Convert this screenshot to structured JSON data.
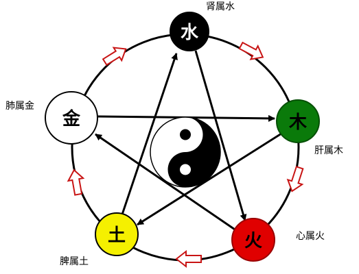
{
  "elements": {
    "water": {
      "glyph": "水",
      "organ_label": "肾属水",
      "fill": "#000000",
      "text_color": "#ffffff"
    },
    "wood": {
      "glyph": "木",
      "organ_label": "肝属木",
      "fill": "#0a7a0a",
      "text_color": "#000000"
    },
    "fire": {
      "glyph": "火",
      "organ_label": "心属火",
      "fill": "#e00000",
      "text_color": "#000000"
    },
    "earth": {
      "glyph": "土",
      "organ_label": "脾属土",
      "fill": "#f5f000",
      "text_color": "#000000"
    },
    "metal": {
      "glyph": "金",
      "organ_label": "肺属金",
      "fill": "#ffffff",
      "text_color": "#000000"
    }
  },
  "colors": {
    "outer_ring": "#000000",
    "control_arrow": "#000000",
    "generation_arrow_outline": "#c81414",
    "yin": "#000000",
    "yang": "#ffffff"
  },
  "icons": {
    "center": "yin-yang-icon",
    "generation_cycle": "hollow-arrow-icon"
  }
}
